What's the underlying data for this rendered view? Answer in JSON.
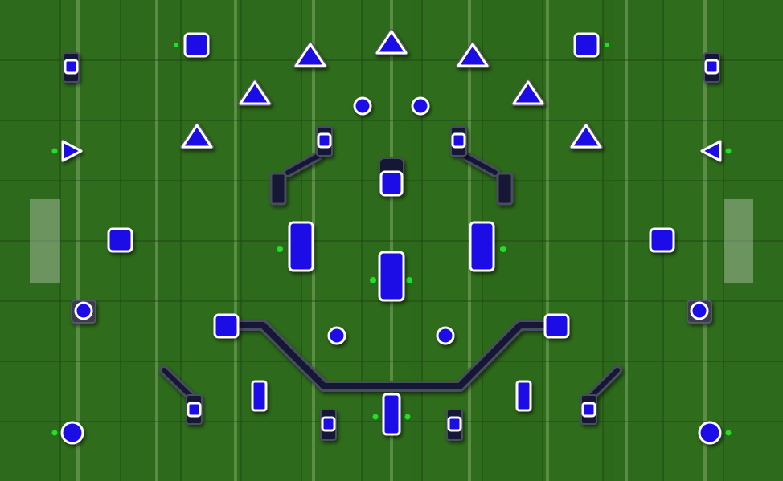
{
  "field": {
    "name": "paintball-field-layout",
    "colors": {
      "turf": "#2f6d1c",
      "turf_dark": "#2a6419",
      "grid_line": "#1b3f12",
      "yard_line": "#7fa86b",
      "bunker_fill": "#1f10e6",
      "bunker_border": "#ffffff",
      "wall_dark": "#121635",
      "marker_green": "#22e02a"
    }
  },
  "bunkers": [
    {
      "name": "snake-corner-left-top",
      "shape": "square"
    },
    {
      "name": "snake-corner-right-top",
      "shape": "square"
    },
    {
      "name": "dorito-upper-left-1",
      "shape": "triangle"
    },
    {
      "name": "dorito-center-top",
      "shape": "triangle"
    },
    {
      "name": "dorito-upper-right-1",
      "shape": "triangle"
    },
    {
      "name": "dorito-upper-left-2",
      "shape": "triangle"
    },
    {
      "name": "dorito-upper-right-2",
      "shape": "triangle"
    },
    {
      "name": "dorito-upper-left-3",
      "shape": "triangle"
    },
    {
      "name": "dorito-upper-right-3",
      "shape": "triangle"
    },
    {
      "name": "can-left-top",
      "shape": "circle"
    },
    {
      "name": "can-right-top",
      "shape": "circle"
    },
    {
      "name": "side-triangle-left",
      "shape": "triangle"
    },
    {
      "name": "side-triangle-right",
      "shape": "triangle"
    },
    {
      "name": "corner-small-left-top",
      "shape": "small-square"
    },
    {
      "name": "corner-small-right-top",
      "shape": "small-square"
    },
    {
      "name": "tower-left",
      "shape": "small-square"
    },
    {
      "name": "tower-right",
      "shape": "small-square"
    },
    {
      "name": "center-top-brick",
      "shape": "rect"
    },
    {
      "name": "mid-left-rect",
      "shape": "rect"
    },
    {
      "name": "mid-right-rect",
      "shape": "rect"
    },
    {
      "name": "center-rect",
      "shape": "rect"
    },
    {
      "name": "side-square-left",
      "shape": "square"
    },
    {
      "name": "side-square-right",
      "shape": "square"
    },
    {
      "name": "side-can-left",
      "shape": "circle"
    },
    {
      "name": "side-can-right",
      "shape": "circle"
    },
    {
      "name": "can-left-bottom",
      "shape": "circle"
    },
    {
      "name": "can-right-bottom",
      "shape": "circle"
    },
    {
      "name": "wall-square-left",
      "shape": "square"
    },
    {
      "name": "wall-square-right",
      "shape": "square"
    },
    {
      "name": "low-rect-left",
      "shape": "rect"
    },
    {
      "name": "low-rect-right",
      "shape": "rect"
    },
    {
      "name": "bottom-center-rect",
      "shape": "rect"
    },
    {
      "name": "bottom-small-left",
      "shape": "small-square"
    },
    {
      "name": "bottom-small-right",
      "shape": "small-square"
    },
    {
      "name": "corner-small-left-bottom",
      "shape": "small-square"
    },
    {
      "name": "corner-small-right-bottom",
      "shape": "small-square"
    },
    {
      "name": "corner-can-left",
      "shape": "circle"
    },
    {
      "name": "corner-can-right",
      "shape": "circle"
    }
  ]
}
